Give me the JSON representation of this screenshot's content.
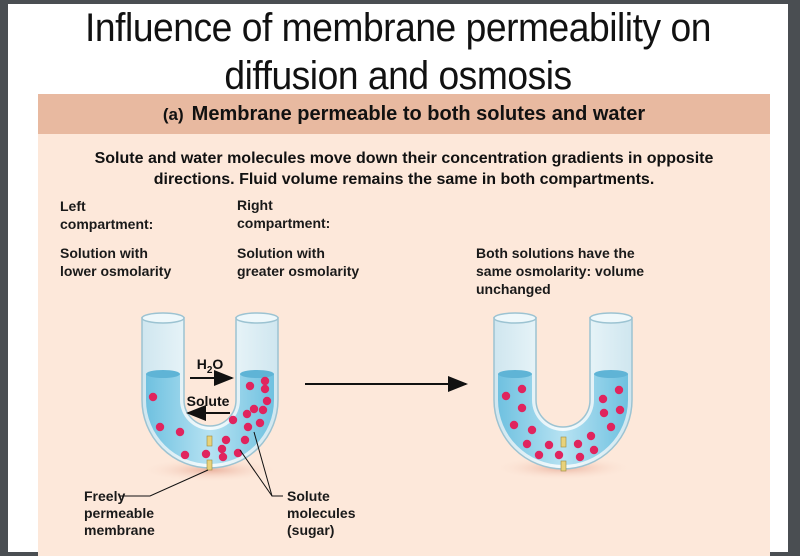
{
  "title": "Influence of membrane permeability on diffusion and osmosis",
  "panel": {
    "tag": "(a)",
    "header": "Membrane permeable to both solutes and water",
    "description": "Solute and water molecules move down their concentration gradients in opposite directions. Fluid volume remains the same in both compartments."
  },
  "labels": {
    "left_compartment": "Left\ncompartment:",
    "left_solution": "Solution with\nlower osmolarity",
    "right_compartment": "Right\ncompartment:",
    "right_solution": "Solution with\ngreater osmolarity",
    "result": "Both solutions have the\nsame osmolarity: volume\nunchanged",
    "water_arrow": "H₂O",
    "solute_arrow": "Solute",
    "membrane": "Freely\npermeable\nmembrane",
    "solute_molecules": "Solute\nmolecules\n(sugar)"
  },
  "colors": {
    "panel_header": "#e8b9a0",
    "panel_bg": "#fde8da",
    "water": "#8fd0e8",
    "solute": "#e0245e",
    "membrane": "#e8d27a"
  },
  "icons": [
    "u-tube-before",
    "u-tube-after",
    "right-arrow",
    "h2o-right-arrow",
    "solute-left-arrow"
  ]
}
